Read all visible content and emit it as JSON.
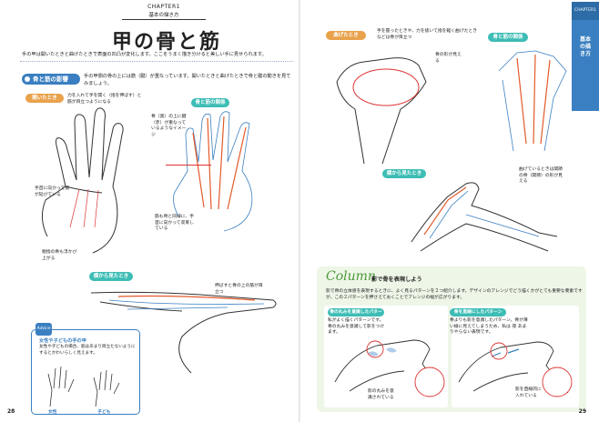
{
  "left": {
    "chapter": "CHAPTER1",
    "chapter_sub": "基本の描き方",
    "title": "甲の骨と筋",
    "intro": "手の甲は開いたときと曲げたときで表面の凹凸が変化します。ここをうまく描き分けると美しい手に見せられます。",
    "section_head": "骨と筋の影響",
    "section_desc": "手の甲側の骨の上には筋（腱）が重なっています。開いたときと曲げたときで骨と腱の動きを見てみましょう。",
    "pill_open": "開いたとき",
    "pill_open_note": "力を入れて手を開く（指を伸ばす）と筋が目立つようになる",
    "pill_relation": "骨と筋の関係",
    "note_tendon_top": "骨（黒）の上に腱（赤）が重なっているようなイメージ",
    "note_tendon_hand": "手首に向かって筋が延びている",
    "note_bone_base": "親指の骨も浮かび上がる",
    "note_bone_side": "筋も骨と同様に、手首に向かって収束している",
    "pill_side": "横から見たとき",
    "note_side": "伸ばすと骨の上の筋が目立つ",
    "advice_tag": "Advice",
    "advice_title": "女性や子どもの手の甲",
    "advice_text": "女性や子どもの場合、筋はあまり目立たないようにするとかわいらしく見えます。",
    "advice_label_woman": "女性",
    "advice_label_child": "子ども",
    "page_number": "28"
  },
  "right": {
    "side_tab_top": "CHAPTER1",
    "side_tab": "基本の描き方",
    "pill_bent": "曲げたとき",
    "note_bent": "手を握ったときや、力を抜いて指を軽く曲げたときなどは骨が目立つ",
    "note_bone_visible": "骨の形が見える",
    "pill_relation": "骨と筋の関係",
    "pill_side": "横から見たとき",
    "note_side": "曲げているときは関節の骨（関節）の形が見える",
    "column_title": "Column",
    "column_sub": "影で骨を表現しよう",
    "column_text": "影で骨の立体感を表現するときに、よく見るパターンを２つ紹介します。デザインのアレンジでどう描くかがとても重要な要素ですが、この２パターンを押さえておくことでアレンジの幅が広がります。",
    "pattern_a": "骨の丸みを意識したパターン",
    "pattern_a_text": "私がよく描くパターンです。骨の丸みを意識して影をつけます。",
    "pattern_a_note": "影の丸みを意識されている",
    "pattern_b": "骨を直線にしたパターン",
    "pattern_b_text": "骨よりも影を意識したパターン。骨が薄い線に見えてしまうため、私は 夜 あまりやらない表現です。",
    "pattern_b_note": "影を直線的に入れている",
    "page_number": "29"
  },
  "colors": {
    "accent_blue": "#3a7fc1",
    "orange": "#e9a24c",
    "teal": "#3dbdb5",
    "tendon_red": "#d33",
    "column_green": "#4b9a3a"
  }
}
